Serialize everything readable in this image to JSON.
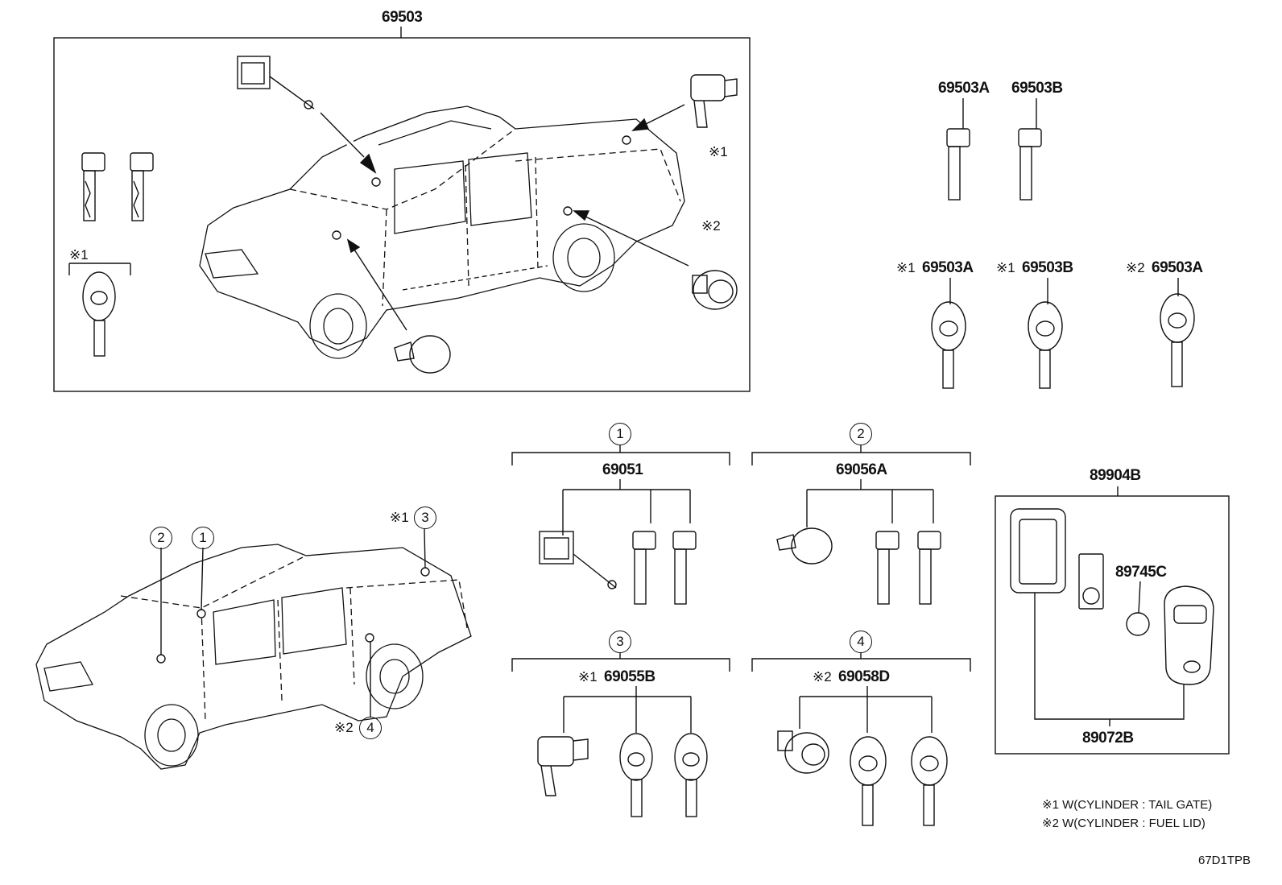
{
  "top_group": {
    "part_no": "69503"
  },
  "right_keys": {
    "key_a": "69503A",
    "key_b": "69503B",
    "remote1": {
      "mark": "※1",
      "part": "69503A"
    },
    "remote2": {
      "mark": "※1",
      "part": "69503B"
    },
    "remote3": {
      "mark": "※2",
      "part": "69503A"
    }
  },
  "left_key_mark": "※1",
  "truck_callouts": {
    "c1": "1",
    "c2": "2",
    "c3": "3",
    "c4": "4",
    "c3_mark": "※1",
    "c4_mark": "※2",
    "top_c1": "※1",
    "top_c2": "※2"
  },
  "sets": [
    {
      "circle": "1",
      "mark": "",
      "part": "69051"
    },
    {
      "circle": "2",
      "mark": "",
      "part": "69056A"
    },
    {
      "circle": "3",
      "mark": "※1",
      "part": "69055B"
    },
    {
      "circle": "4",
      "mark": "※2",
      "part": "69058D"
    }
  ],
  "smart_key": {
    "group": "89904B",
    "battery": "89745C",
    "case": "89072B"
  },
  "notes": [
    "※1 W(CYLINDER : TAIL GATE)",
    "※2 W(CYLINDER : FUEL LID)"
  ],
  "diagram_code": "67D1TPB"
}
